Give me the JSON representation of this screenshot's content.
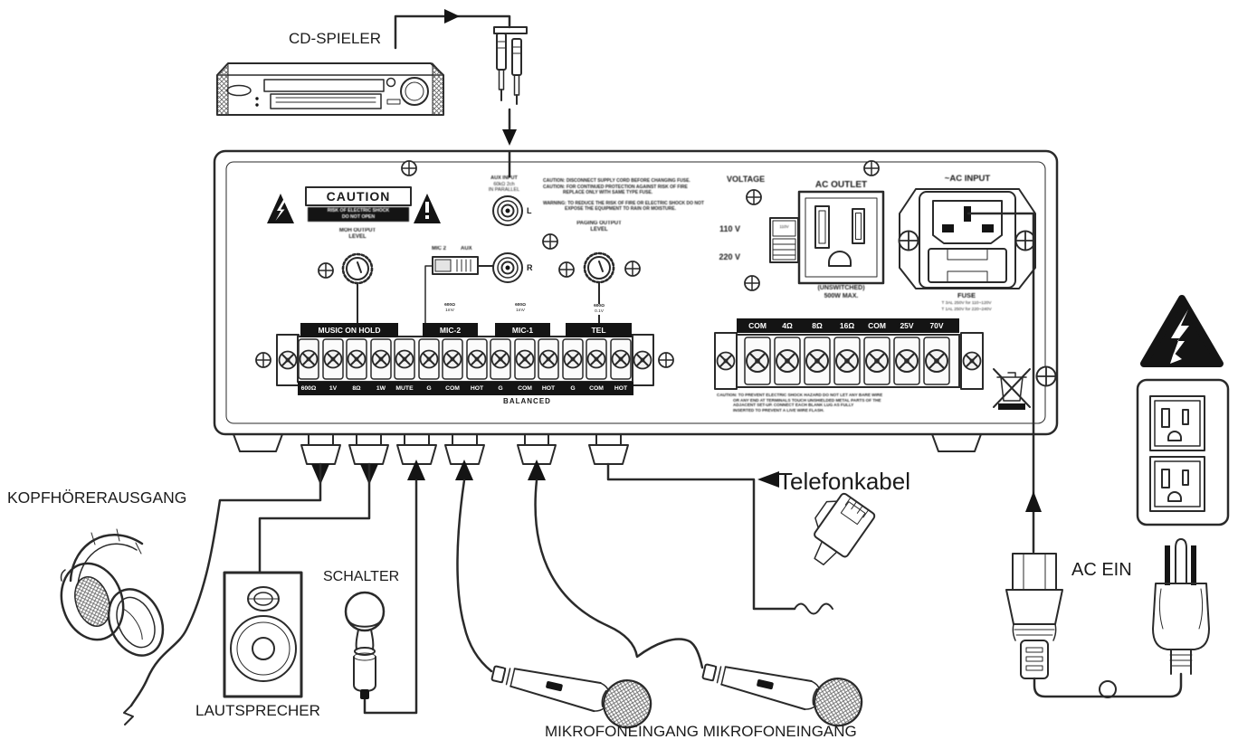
{
  "devices": {
    "cd_player_label": "CD-SPIELER",
    "headphones_label": "KOPFHÖRERAUSGANG",
    "speaker_label": "LAUTSPRECHER",
    "switch_label": "SCHALTER",
    "mic_input_label_1": "MIKROFONEINGANG",
    "mic_input_label_2": "MIKROFONEINGANG",
    "telephone_cable_label": "Telefonkabel",
    "ac_in_label": "AC EIN"
  },
  "panel": {
    "caution": {
      "title": "CAUTION",
      "line1": "RISK OF ELECTRIC SHOCK",
      "line2": "DO NOT OPEN"
    },
    "moh_knob": {
      "line1": "MOH OUTPUT",
      "line2": "LEVEL"
    },
    "paging_knob": {
      "line1": "PAGING OUTPUT",
      "line2": "LEVEL"
    },
    "mic2_aux_switch": {
      "left": "MIC 2",
      "right": "AUX"
    },
    "aux_input": {
      "line1": "AUX INPUT",
      "line2": "60kΩ 2ch",
      "line3": "IN PARALLEL",
      "left": "L",
      "right": "R"
    },
    "notice_lines": [
      "CAUTION: DISCONNECT SUPPLY CORD BEFORE CHANGING FUSE.",
      "CAUTION: FOR CONTINUED PROTECTION AGAINST RISK OF FIRE",
      "REPLACE ONLY WITH SAME TYPE FUSE.",
      "WARNING: TO REDUCE THE RISK OF FIRE OR ELECTRIC SHOCK DO NOT",
      "EXPOSE THE EQUIPMENT TO RAIN OR MOISTURE."
    ],
    "voltage": {
      "title": "VOLTAGE",
      "v110": "110 V",
      "v220": "220 V",
      "window": "110V"
    },
    "ac_outlet": {
      "title": "AC OUTLET",
      "line1": "(UNSWITCHED)",
      "line2": "500W MAX."
    },
    "ac_input": {
      "title": "~AC INPUT",
      "fuse": "FUSE",
      "fuse1": "T 3AL 250V for 110~120V",
      "fuse2": "T 1AL 250V for 220~240V"
    },
    "input_strip": {
      "groups": [
        "MUSIC ON HOLD",
        "MIC-2",
        "MIC-1",
        "TEL"
      ],
      "terminals": [
        "600Ω",
        "1V",
        "8Ω",
        "1W",
        "MUTE",
        "G",
        "COM",
        "HOT",
        "G",
        "COM",
        "HOT",
        "G",
        "COM",
        "HOT"
      ],
      "balanced": "BALANCED",
      "mic2_spec": {
        "l1": "600Ω",
        "l2": "1mV"
      },
      "mic1_spec": {
        "l1": "600Ω",
        "l2": "1mV"
      },
      "tel_spec": {
        "l1": "600Ω",
        "l2": "0.1V"
      }
    },
    "speaker_strip": {
      "terminals": [
        "COM",
        "4Ω",
        "8Ω",
        "16Ω",
        "COM",
        "25V",
        "70V"
      ],
      "caution_lines": [
        "CAUTION: TO PREVENT ELECTRIC SHOCK HAZARD DO NOT LET ANY BARE WIRE",
        "OR ANY END AT TERMINALS TOUCH UNSHIELDED METAL PARTS OF THE",
        "ADJACENT SET-UP. CONNECT EACH BLANK LUG AS FULLY",
        "INSERTED TO PREVENT A LIVE WIRE FLASH."
      ]
    }
  }
}
